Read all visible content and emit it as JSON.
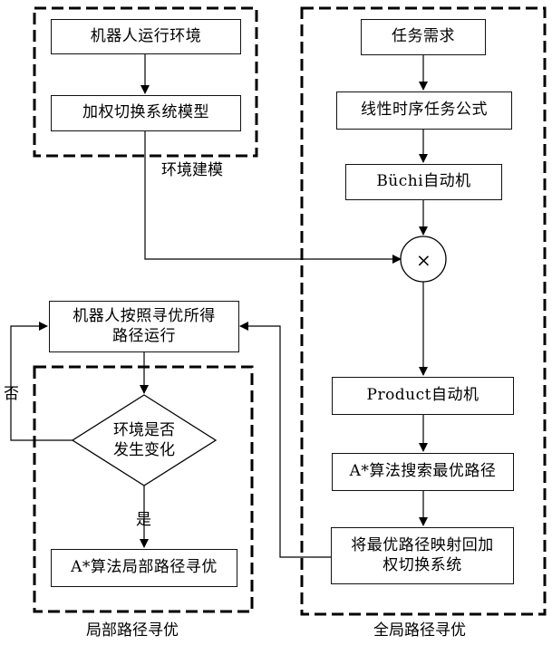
{
  "groups": {
    "env_modeling": "环境建模",
    "global_opt": "全局路径寻优",
    "local_opt": "局部路径寻优"
  },
  "nodes": {
    "robot_env": "机器人运行环境",
    "weighted_switch_model": "加权切换系统模型",
    "task_req": "任务需求",
    "ltl_formula": "线性时序任务公式",
    "buchi": "Büchi自动机",
    "product_symbol": "×",
    "product_automaton": "Product自动机",
    "astar_global": "A*算法搜索最优路径",
    "map_back_line1": "将最优路径映射回加",
    "map_back_line2": "权切换系统",
    "robot_run_line1": "机器人按照寻优所得",
    "robot_run_line2": "路径运行",
    "env_change_line1": "环境是否",
    "env_change_line2": "发生变化",
    "astar_local": "A*算法局部路径寻优"
  },
  "edge_labels": {
    "no": "否",
    "yes": "是"
  }
}
